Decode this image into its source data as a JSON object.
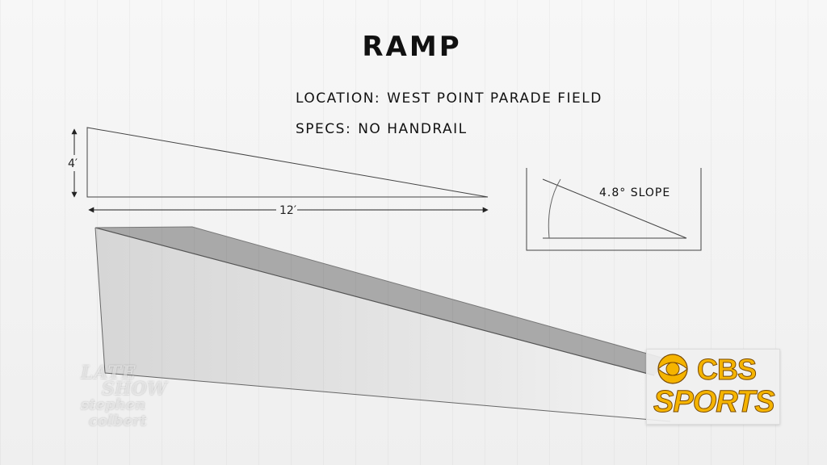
{
  "title": "RAMP",
  "location": {
    "label": "LOCATION:",
    "value": "WEST POINT PARADE FIELD"
  },
  "specs": {
    "label": "SPECS:",
    "value": "NO HANDRAIL"
  },
  "dimensions": {
    "height": "4′",
    "length": "12′"
  },
  "slope_label": "4.8° SLOPE",
  "watermark": {
    "line1": "LATE",
    "line2": "SHOW",
    "line3": "stephen",
    "line4": "colbert"
  },
  "network_logo": {
    "top": "CBS",
    "bottom": "SPORTS"
  },
  "colors": {
    "ramp_side": "#dcdcdc",
    "ramp_top": "#a9a9a9",
    "logo_gold": "#f5b400"
  }
}
